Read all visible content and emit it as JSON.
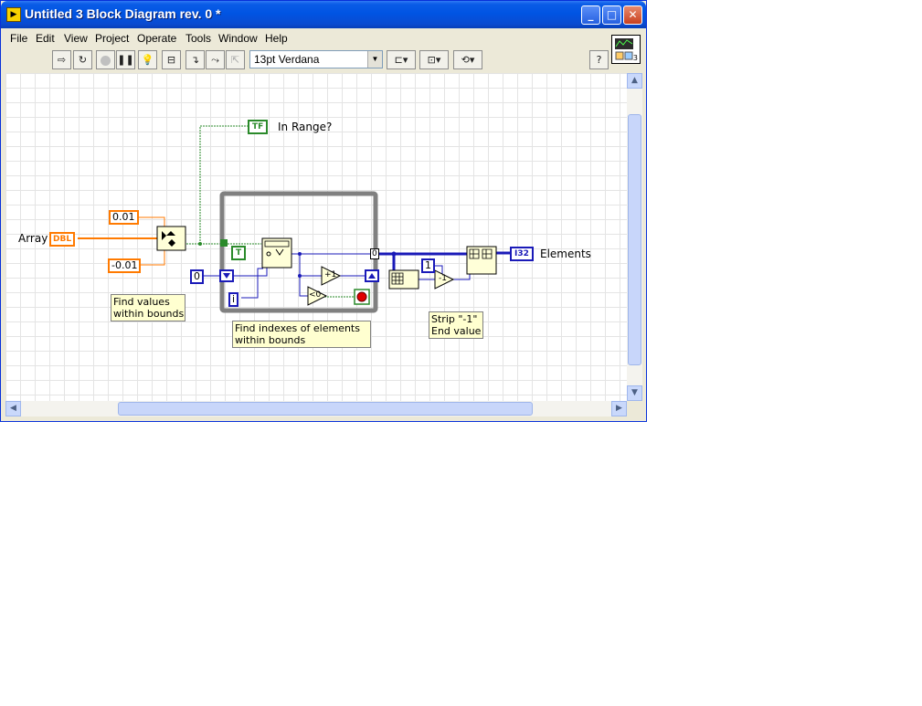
{
  "window": {
    "title": "Untitled 3 Block Diagram rev. 0 *"
  },
  "menu": [
    "File",
    "Edit",
    "View",
    "Project",
    "Operate",
    "Tools",
    "Window",
    "Help"
  ],
  "toolbar": {
    "font": "13pt Verdana"
  },
  "vi_icon": {
    "number": "3"
  },
  "diagram": {
    "array_label": "Array",
    "array_terminal": "DBL",
    "const_upper": "0.01",
    "const_lower": "-0.01",
    "const_zero": "0",
    "const_one": "1",
    "in_range_terminal": "TF",
    "in_range_label": "In Range?",
    "elements_terminal": "I32",
    "elements_label": "Elements",
    "tunnel_value": "0",
    "iteration": "i",
    "true_const": "T",
    "increment": "+1",
    "less_zero": "<0",
    "decrement": "-1",
    "comment_bounds": "Find values\nwithin bounds",
    "comment_indexes": "Find indexes of elements\nwithin bounds",
    "comment_strip": "Strip \"-1\"\nEnd value"
  },
  "colors": {
    "orange": "#ff7a00",
    "blue": "#1a1ab8",
    "green": "#2a8a2a",
    "loop": "#808080"
  }
}
